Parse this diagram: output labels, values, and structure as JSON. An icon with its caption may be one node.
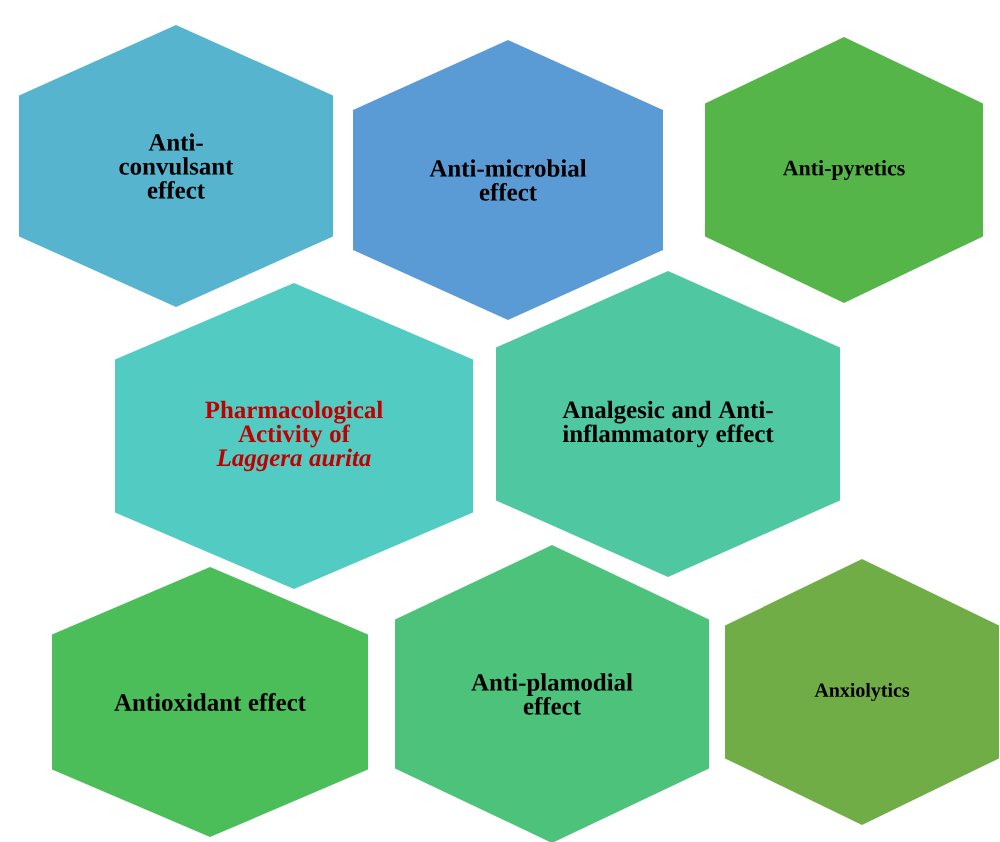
{
  "diagram": {
    "nodes": [
      {
        "text": [
          "Anti-convulsant effect"
        ]
      },
      {
        "text": [
          "Anti-microbial effect"
        ]
      },
      {
        "text": [
          "Anti-pyretics"
        ]
      },
      {
        "text": [
          "Pharmacological Activity of *Laggera aurita*"
        ]
      },
      {
        "text": [
          "Analgesic and Anti-inflammatory effect"
        ]
      },
      {
        "text": [
          "Antioxidant effect"
        ]
      },
      {
        "text": [
          "Anti-plamodial effect"
        ]
      },
      {
        "text": [
          "Anxiolytics"
        ]
      }
    ]
  }
}
